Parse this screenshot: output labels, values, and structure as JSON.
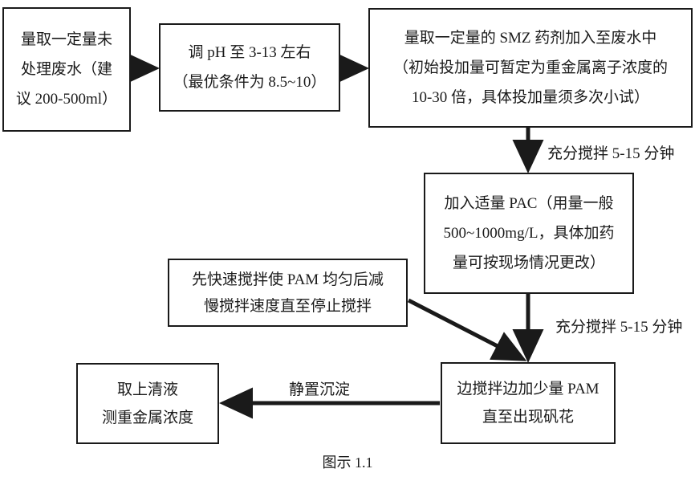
{
  "caption": "图示 1.1",
  "nodes": {
    "sample": {
      "line1": "量取一定量未",
      "line2": "处理废水（建",
      "line3": "议 200-500ml）"
    },
    "ph": {
      "line1": "调 pH 至 3-13 左右",
      "line2": "（最优条件为 8.5~10）"
    },
    "smz": {
      "line1": "量取一定量的 SMZ 药剂加入至废水中",
      "line2": "（初始投加量可暂定为重金属离子浓度的",
      "line3": "10-30 倍，具体投加量须多次小试）"
    },
    "pac": {
      "line1": "加入适量 PAC（用量一般",
      "line2": "500~1000mg/L，具体加药",
      "line3": "量可按现场情况更改）"
    },
    "stir": {
      "line1": "先快速搅拌使 PAM 均匀后减",
      "line2": "慢搅拌速度直至停止搅拌"
    },
    "pam": {
      "line1": "边搅拌边加少量 PAM",
      "line2": "直至出现矾花"
    },
    "result": {
      "line1": "取上清液",
      "line2": "测重金属浓度"
    }
  },
  "edge_labels": {
    "stir_smz_to_pac": "充分搅拌 5-15 分钟",
    "stir_pac_to_pam": "充分搅拌 5-15 分钟",
    "settle": "静置沉淀"
  },
  "colors": {
    "stroke": "#1a1a1a",
    "background": "#ffffff",
    "text": "#1a1a1a"
  }
}
